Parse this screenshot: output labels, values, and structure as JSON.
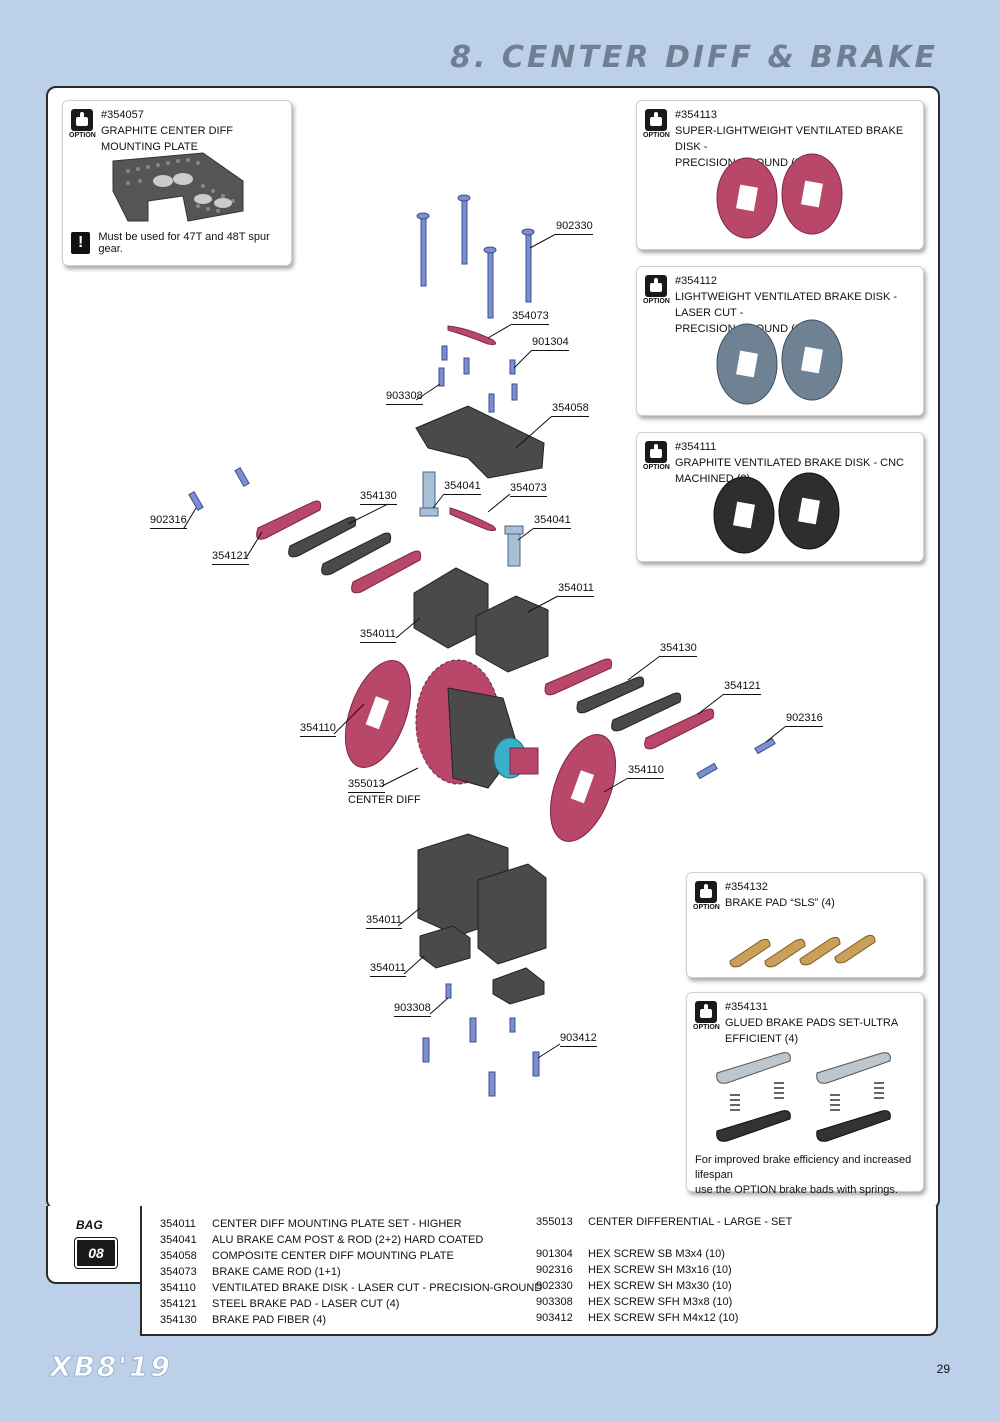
{
  "page_title": "8. CENTER DIFF & BRAKE",
  "option_label": "OPTION",
  "options": [
    {
      "code": "#354057",
      "name": "GRAPHITE CENTER DIFF MOUNTING PLATE",
      "note": "Must be used for 47T and 48T spur gear."
    },
    {
      "code": "#354113",
      "name_line1": "SUPER-LIGHTWEIGHT VENTILATED BRAKE DISK -",
      "name_line2": "PRECISION-GROUND (2)"
    },
    {
      "code": "#354112",
      "name_line1": "LIGHTWEIGHT VENTILATED BRAKE DISK - LASER CUT -",
      "name_line2": "PRECISION-GROUND (2)"
    },
    {
      "code": "#354111",
      "name": "GRAPHITE VENTILATED BRAKE DISK - CNC MACHINED (2)"
    },
    {
      "code": "#354132",
      "name": "BRAKE PAD “SLS” (4)"
    },
    {
      "code": "#354131",
      "name": "GLUED BRAKE PADS SET-ULTRA EFFICIENT (4)",
      "note_line1": "For improved brake efficiency and increased lifespan",
      "note_line2": "use the OPTION brake bads with springs."
    }
  ],
  "callouts": {
    "c902330": "902330",
    "c354073a": "354073",
    "c901304": "901304",
    "c903308a": "903308",
    "c354058": "354058",
    "c354130a": "354130",
    "c354041a": "354041",
    "c354073b": "354073",
    "c354041b": "354041",
    "c902316a": "902316",
    "c354121a": "354121",
    "c354011a": "354011",
    "c354011b": "354011",
    "c354130b": "354130",
    "c354121b": "354121",
    "c902316b": "902316",
    "c354110a": "354110",
    "c354110b": "354110",
    "c355013": "355013",
    "c355013sub": "CENTER DIFF",
    "c354011c": "354011",
    "c354011d": "354011",
    "c903308b": "903308",
    "c903412": "903412"
  },
  "bag": {
    "label": "BAG",
    "number": "08"
  },
  "parts_left": [
    {
      "pn": "354011",
      "desc": "CENTER DIFF MOUNTING PLATE SET - HIGHER"
    },
    {
      "pn": "354041",
      "desc": "ALU BRAKE CAM POST & ROD (2+2) HARD COATED"
    },
    {
      "pn": "354058",
      "desc": "COMPOSITE CENTER DIFF MOUNTING PLATE"
    },
    {
      "pn": "354073",
      "desc": "BRAKE CAME ROD (1+1)"
    },
    {
      "pn": "354110",
      "desc": "VENTILATED BRAKE DISK - LASER CUT - PRECISION-GROUND"
    },
    {
      "pn": "354121",
      "desc": "STEEL BRAKE PAD - LASER CUT (4)"
    },
    {
      "pn": "354130",
      "desc": "BRAKE PAD FIBER (4)"
    }
  ],
  "parts_right": [
    {
      "pn": "355013",
      "desc": "CENTER DIFFERENTIAL - LARGE - SET"
    },
    {
      "pn": "901304",
      "desc": "HEX SCREW  SB M3x4  (10)"
    },
    {
      "pn": "902316",
      "desc": "HEX SCREW  SH M3x16  (10)"
    },
    {
      "pn": "902330",
      "desc": "HEX SCREW  SH M3x30  (10)"
    },
    {
      "pn": "903308",
      "desc": "HEX SCREW  SFH M3x8  (10)"
    },
    {
      "pn": "903412",
      "desc": "HEX SCREW  SFH M4x12  (10)"
    }
  ],
  "footer": {
    "logo": "XB8'19",
    "page": "29"
  },
  "colors": {
    "background": "#bdd0ea",
    "title": "#6e7f94",
    "screw": "#7b8fd0",
    "red_part": "#b8476a",
    "dark_part": "#4a4a4a",
    "gold_part": "#c9a05a"
  }
}
